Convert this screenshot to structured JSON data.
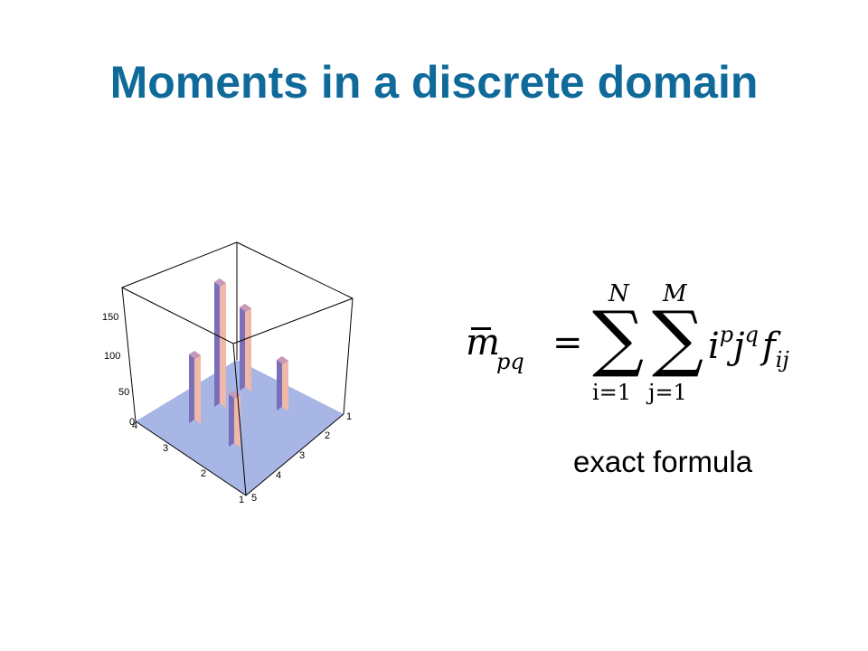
{
  "slide": {
    "title": "Moments in a discrete domain"
  },
  "plot3d": {
    "z_ticks": [
      "150",
      "100",
      "50",
      "0"
    ],
    "left_axis_ticks": [
      "4",
      "3",
      "2",
      "1"
    ],
    "right_axis_ticks": [
      "1",
      "2",
      "3",
      "4",
      "5"
    ],
    "colors": {
      "floor": "#a8b6e6",
      "bar_light": "#f0b8a8",
      "bar_mid": "#c898b8",
      "bar_dark": "#7a70b8",
      "box": "#000000"
    }
  },
  "formula": {
    "m": "m",
    "sub": "pq",
    "equals": "=",
    "sum_symbol": "∑",
    "upper1": "N",
    "upper2": "M",
    "lower1": "i=1",
    "lower2": "j=1",
    "i": "i",
    "p": "p",
    "j": "j",
    "q": "q",
    "f": "f",
    "fsub": "ij"
  },
  "caption": "exact formula"
}
